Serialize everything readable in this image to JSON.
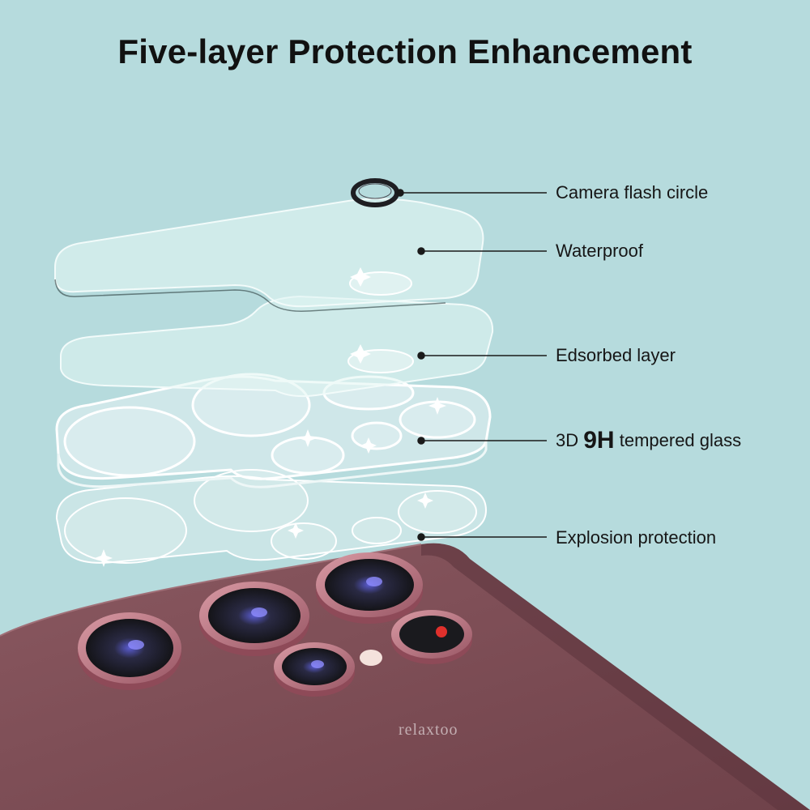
{
  "title": "Five-layer Protection Enhancement",
  "callouts": [
    {
      "id": "flash",
      "label": "Camera flash circle"
    },
    {
      "id": "waterproof",
      "label": "Waterproof"
    },
    {
      "id": "adsorbed",
      "label": "Edsorbed layer"
    },
    {
      "id": "glass",
      "prefix": "3D ",
      "highlight": "9H",
      "suffix": " tempered glass"
    },
    {
      "id": "explosion",
      "label": "Explosion protection"
    }
  ],
  "watermark": "relaxtoo",
  "colors": {
    "background": "#b6dbdd",
    "phone_body": "#7b4b53",
    "lens_ring": "#c07a86",
    "text": "#161616"
  },
  "icons": [
    "flash-ring-icon",
    "sparkle-icon",
    "camera-lens-icon",
    "flash-led-icon",
    "laser-sensor-icon"
  ]
}
